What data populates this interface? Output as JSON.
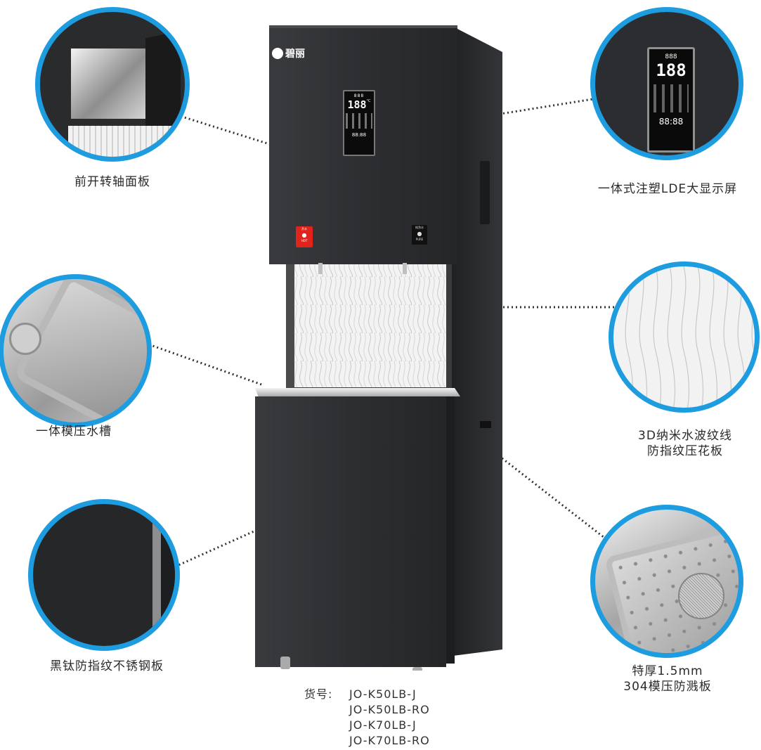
{
  "brand": {
    "logo_text": "碧丽"
  },
  "display": {
    "big_digits": "188",
    "unit": "°C",
    "small_digits": "888",
    "bottom_digits": "88:88"
  },
  "buttons": {
    "hot_label": "开水",
    "hot_sub": "HOT",
    "pure_label": "纯净水",
    "pure_sub": "PURE"
  },
  "features": [
    {
      "id": "panel",
      "lines": [
        "前开转轴面板"
      ]
    },
    {
      "id": "screen",
      "lines": [
        "一体式注塑LDE大显示屏"
      ]
    },
    {
      "id": "sink",
      "lines": [
        "一体模压水槽"
      ]
    },
    {
      "id": "pattern",
      "lines": [
        "3D纳米水波纹线",
        "防指纹压花板"
      ]
    },
    {
      "id": "steel",
      "lines": [
        "黑钛防指纹不锈钢板"
      ]
    },
    {
      "id": "splash",
      "lines": [
        "特厚1.5mm",
        "304模压防溅板"
      ]
    }
  ],
  "model_info": {
    "prefix": "货号:",
    "models": [
      "JO-K50LB-J",
      "JO-K50LB-RO",
      "JO-K70LB-J",
      "JO-K70LB-RO"
    ]
  },
  "colors": {
    "accent_ring": "#1e9ce0",
    "body": "#2b2c2e",
    "hot_button": "#e0241d"
  }
}
